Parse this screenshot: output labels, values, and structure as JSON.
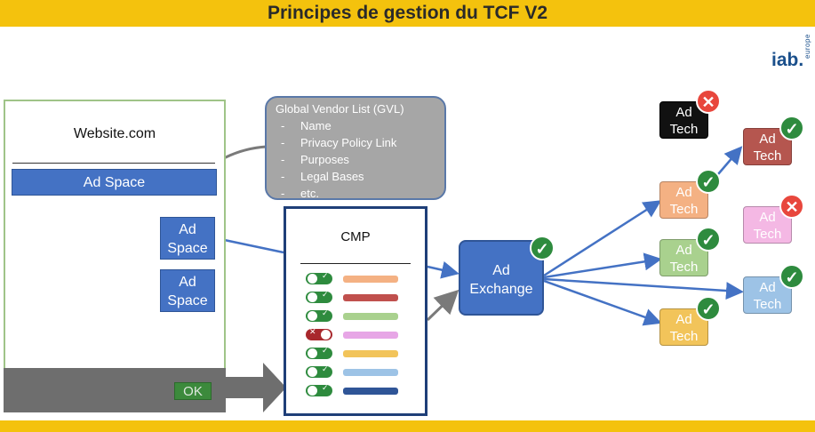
{
  "title": "Principes de gestion du TCF V2",
  "logo": {
    "main": "iab.",
    "sub": "europe"
  },
  "website": {
    "title": "Website.com",
    "ad_space_wide": "Ad Space",
    "ad_space_sq1": [
      "Ad",
      "Space"
    ],
    "ad_space_sq2": [
      "Ad",
      "Space"
    ],
    "ok_label": "OK"
  },
  "gvl": {
    "title": "Global Vendor List (GVL)",
    "items": [
      "Name",
      "Privacy Policy Link",
      "Purposes",
      "Legal Bases",
      "etc."
    ]
  },
  "cmp": {
    "title": "CMP",
    "rows": [
      {
        "on": true,
        "color": "#f4b183"
      },
      {
        "on": true,
        "color": "#c0504d"
      },
      {
        "on": true,
        "color": "#a9d18e"
      },
      {
        "on": false,
        "color": "#e7a6e6"
      },
      {
        "on": true,
        "color": "#f2c45a"
      },
      {
        "on": true,
        "color": "#9dc3e6"
      },
      {
        "on": true,
        "color": "#2f5597"
      }
    ]
  },
  "ad_exchange": {
    "lines": [
      "Ad",
      "Exchange"
    ],
    "status": "ok"
  },
  "vendors": [
    {
      "lines": [
        "Ad",
        "Tech"
      ],
      "bg": "#111111",
      "fg": "#ffffff",
      "status": "rejected"
    },
    {
      "lines": [
        "Ad",
        "Tech"
      ],
      "bg": "#b5564f",
      "fg": "#ffffff",
      "status": "ok"
    },
    {
      "lines": [
        "Ad",
        "Tech"
      ],
      "bg": "#f4b183",
      "fg": "#ffffff",
      "status": "ok"
    },
    {
      "lines": [
        "Ad",
        "Tech"
      ],
      "bg": "#f4b8e4",
      "fg": "#ffffff",
      "status": "rejected"
    },
    {
      "lines": [
        "Ad",
        "Tech"
      ],
      "bg": "#a9d18e",
      "fg": "#ffffff",
      "status": "ok"
    },
    {
      "lines": [
        "Ad",
        "Tech"
      ],
      "bg": "#9dc3e6",
      "fg": "#ffffff",
      "status": "ok"
    },
    {
      "lines": [
        "Ad",
        "Tech"
      ],
      "bg": "#f2c45a",
      "fg": "#ffffff",
      "status": "ok"
    }
  ],
  "colors": {
    "accent": "#f4c20d",
    "ad_blue": "#4472c4",
    "ok_green": "#2e8b3e",
    "reject_red": "#e8473d"
  },
  "icons": {
    "ok": "check-icon",
    "rejected": "close-icon"
  }
}
